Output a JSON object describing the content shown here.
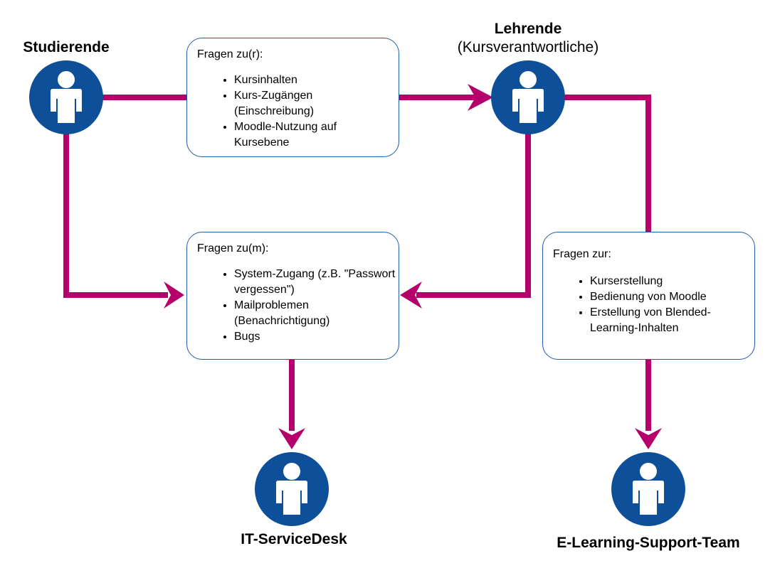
{
  "actors": {
    "students": {
      "name": "Studierende",
      "icon": "person-icon"
    },
    "teachers": {
      "name": "Lehrende",
      "subtitle": "(Kursverantwortliche)",
      "icon": "person-icon"
    },
    "it_servicedesk": {
      "name": "IT-ServiceDesk",
      "icon": "person-icon"
    },
    "elearning_team": {
      "name": "E-Learning-Support-Team",
      "icon": "person-icon"
    }
  },
  "boxes": {
    "course_questions": {
      "title": "Fragen zu(r):",
      "items": [
        "Kursinhalten",
        "Kurs-Zugängen (Einschreibung)",
        "Moodle-Nutzung auf Kursebene"
      ]
    },
    "system_questions": {
      "title": "Fragen zu(m):",
      "items": [
        "System-Zugang (z.B. \"Passwort vergessen\")",
        "Mailproblemen (Benachrichtigung)",
        "Bugs"
      ]
    },
    "support_questions": {
      "title": "Fragen zur:",
      "items": [
        "Kurserstellung",
        "Bedienung von Moodle",
        "Erstellung von Blended-Learning-Inhalten"
      ]
    }
  },
  "colors": {
    "arrow": "#b5006b",
    "avatar": "#0d4f99",
    "box_border": "#1f5ea8"
  }
}
